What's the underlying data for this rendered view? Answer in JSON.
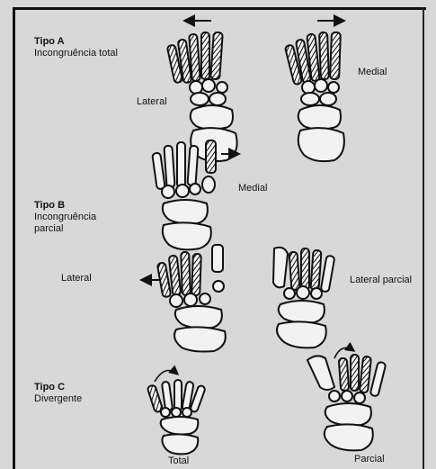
{
  "tipo_a": {
    "title": "Tipo A",
    "subtitle": "Incongruência total",
    "label_lateral": "Lateral",
    "label_medial": "Medial"
  },
  "tipo_b": {
    "title": "Tipo B",
    "subtitle_line1": "Incongruência",
    "subtitle_line2": "parcial",
    "label_medial": "Medial",
    "label_lateral": "Lateral",
    "label_lateral_parcial": "Lateral parcial"
  },
  "tipo_c": {
    "title": "Tipo C",
    "subtitle": "Divergente",
    "label_total": "Total",
    "label_parcial": "Parcial"
  },
  "colors": {
    "background": "#d8d8d8",
    "ink": "#111111"
  }
}
